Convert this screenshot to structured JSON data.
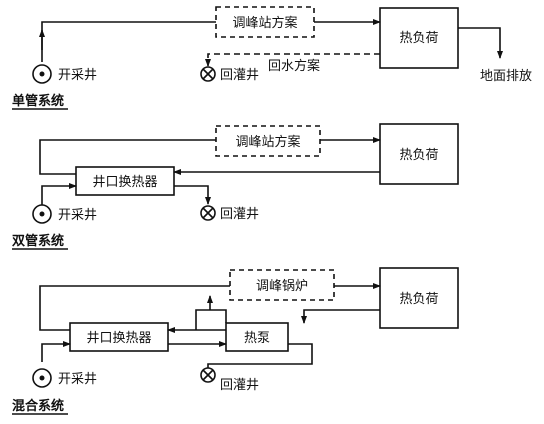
{
  "single": {
    "caption": "单管系统",
    "peak_station": "调峰站方案",
    "heat_load": "热负荷",
    "return_water": "回水方案",
    "well_production": "开采井",
    "well_reinjection": "回灌井",
    "surface_discharge": "地面排放"
  },
  "double": {
    "caption": "双管系统",
    "peak_station": "调峰站方案",
    "heat_load": "热负荷",
    "heat_exchanger": "井口换热器",
    "well_production": "开采井",
    "well_reinjection": "回灌井"
  },
  "mixed": {
    "caption": "混合系统",
    "peak_boiler": "调峰锅炉",
    "heat_load": "热负荷",
    "heat_exchanger": "井口换热器",
    "heat_pump": "热泵",
    "well_production": "开采井",
    "well_reinjection": "回灌井"
  }
}
